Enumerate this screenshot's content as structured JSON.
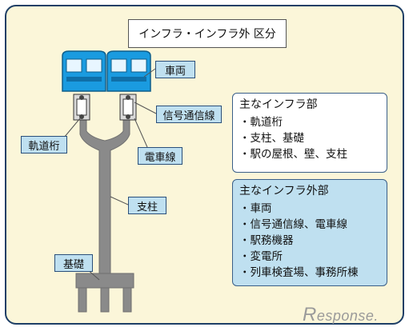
{
  "title": "インフラ・インフラ外 区分",
  "labels": {
    "vehicle": "車両",
    "signal_line": "信号通信線",
    "overhead_line": "電車線",
    "track_girder": "軌道桁",
    "pillar": "支柱",
    "foundation": "基礎"
  },
  "infra_box": {
    "heading": "主なインフラ部",
    "items": [
      "軌道桁",
      "支柱、基礎",
      "駅の屋根、壁、支柱"
    ]
  },
  "non_infra_box": {
    "heading": "主なインフラ外部",
    "items": [
      "車両",
      "信号通信線、電車線",
      "駅務機器",
      "変電所",
      "列車検査場、事務所棟"
    ]
  },
  "watermark": {
    "r": "R",
    "text": "esponse."
  },
  "colors": {
    "frame_bg": "#fbf6d9",
    "frame_border": "#1e3f66",
    "structure_gray": "#8a8a8a",
    "vehicle_blue": "#1a9be0",
    "label_bg": "#bfe0f0"
  }
}
